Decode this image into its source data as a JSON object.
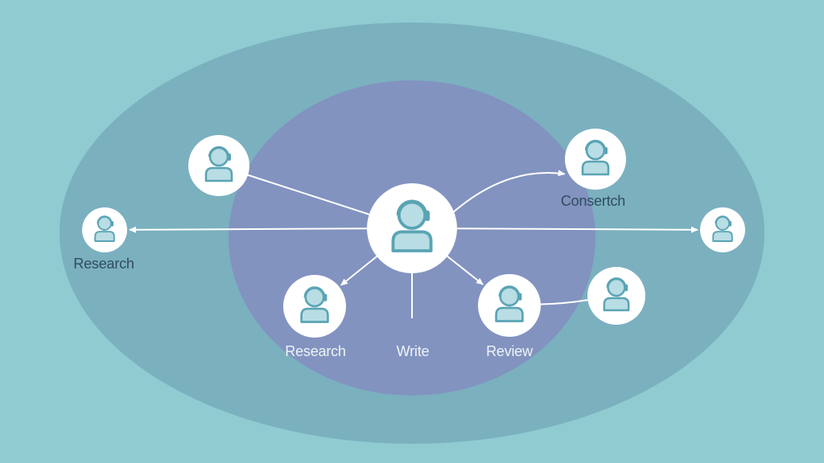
{
  "diagram": {
    "colors": {
      "background": "#8fcbd0",
      "outer_ellipse": "#7bb0bf",
      "inner_ellipse": "#8293c0",
      "node_fill": "#ffffff",
      "person_stroke": "#5aa4b4",
      "person_fill": "#b9dde4",
      "edge": "#ffffff"
    },
    "icon": "person-headset-icon",
    "nodes": [
      {
        "id": "center",
        "label": ""
      },
      {
        "id": "top-left",
        "label": ""
      },
      {
        "id": "top-right",
        "label": "Consertch"
      },
      {
        "id": "far-left",
        "label": "Research"
      },
      {
        "id": "far-right",
        "label": ""
      },
      {
        "id": "bottom-left",
        "label": "Research"
      },
      {
        "id": "bottom-right",
        "label": "Review"
      },
      {
        "id": "right-mid",
        "label": ""
      }
    ],
    "edges": [
      {
        "from": "center",
        "to": "top-left",
        "arrow": false
      },
      {
        "from": "center",
        "to": "top-right",
        "arrow": true
      },
      {
        "from": "center",
        "to": "far-left",
        "arrow": true
      },
      {
        "from": "center",
        "to": "far-right",
        "arrow": true
      },
      {
        "from": "center",
        "to": "bottom-left",
        "arrow": true
      },
      {
        "from": "center",
        "to": "bottom-right",
        "arrow": true
      },
      {
        "from": "bottom-right",
        "to": "right-mid",
        "arrow": false
      }
    ],
    "free_labels": {
      "write": "Write"
    }
  }
}
